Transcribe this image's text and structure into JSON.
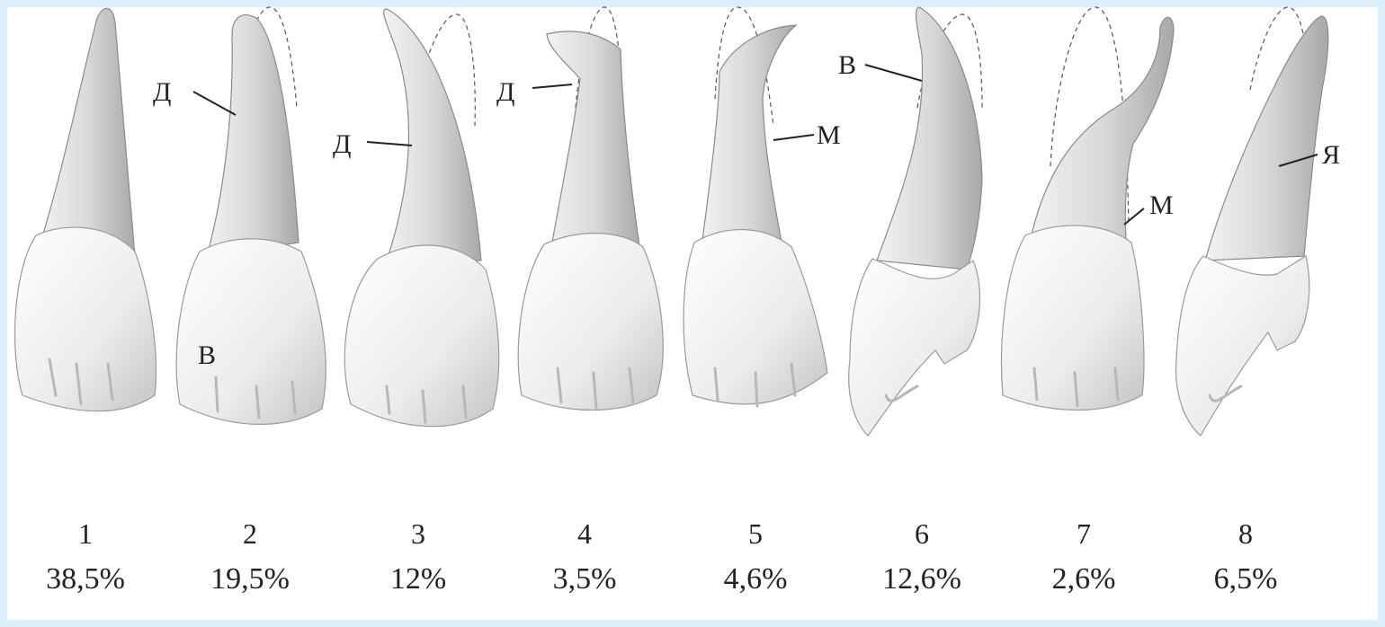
{
  "teeth": [
    {
      "number": "1",
      "percent": "38,5%"
    },
    {
      "number": "2",
      "percent": "19,5%"
    },
    {
      "number": "3",
      "percent": "12%"
    },
    {
      "number": "4",
      "percent": "3,5%"
    },
    {
      "number": "5",
      "percent": "4,6%"
    },
    {
      "number": "6",
      "percent": "12,6%"
    },
    {
      "number": "7",
      "percent": "2,6%"
    },
    {
      "number": "8",
      "percent": "6,5%"
    }
  ],
  "annotations": {
    "t2_root": "Д",
    "t2_crown": "В",
    "t3_root": "Д",
    "t4_root": "Д",
    "t5_root": "М",
    "t6_root": "В",
    "t7_root": "М",
    "t8_root": "Я"
  },
  "colors": {
    "background_frame": "#dceefa",
    "tooth_fill": "#e6e6e6",
    "outline": "#8a8a8a"
  }
}
